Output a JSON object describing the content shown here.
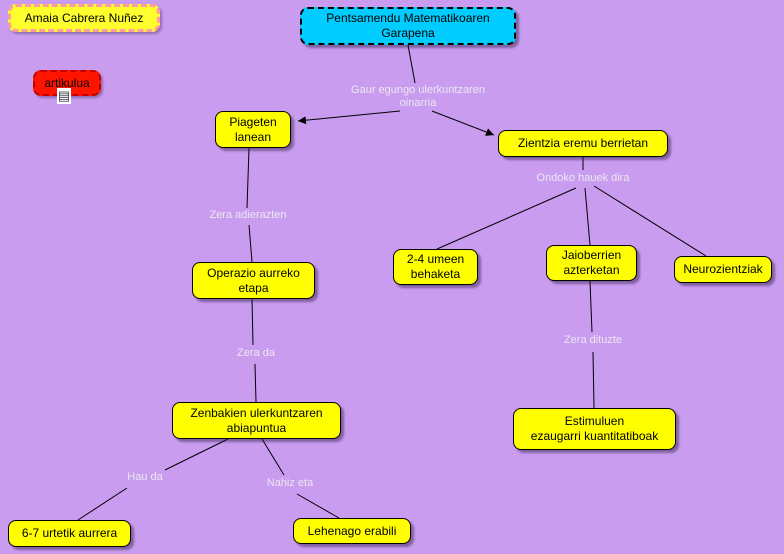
{
  "author_box": {
    "label": "Amaia Cabrera Nuñez"
  },
  "resource_box": {
    "label": "artikulua",
    "icon": "document-grid-icon",
    "icon_glyph": "▤"
  },
  "concepts": {
    "root": "Pentsamendu Matematikoaren\nGarapena",
    "piageten": "Piageten\nlanean",
    "zientzia": "Zientzia eremu berrietan",
    "operazio": "Operazio aurreko\netapa",
    "umeen": "2-4 umeen\nbehaketa",
    "jaioberrien": "Jaioberrien\nazterketan",
    "neurozientziak": "Neurozientziak",
    "zenbakien": "Zenbakien ulerkuntzaren\nabiapuntua",
    "estimuluen": "Estimuluen\nezaugarri kuantitatiboak",
    "urtetik": "6-7 urtetik aurrera",
    "lehenago": "Lehenago erabili"
  },
  "phrases": {
    "gaur": "Gaur egungo ulerkuntzaren\noinarria",
    "ondoko": "Ondoko hauek dira",
    "adierazten": "Zera adierazten",
    "zera_da": "Zera da",
    "dituzte": "Zera dituzte",
    "hau_da": "Hau da",
    "nahiz_eta": "Nahiz eta"
  },
  "colors": {
    "background": "#c99cf0",
    "concept_fill": "#ffff00",
    "root_fill": "#00ccff",
    "resource_fill": "#ff1400",
    "author_fill": "#ffff2e",
    "author_border": "#ff9c9c",
    "phrase_text": "#ebe8f1",
    "line": "#000000"
  }
}
